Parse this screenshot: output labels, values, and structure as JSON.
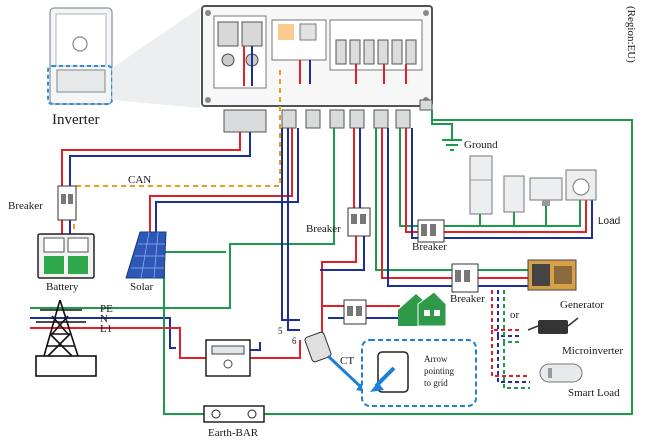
{
  "labels": {
    "inverter": "Inverter",
    "region": "(Region:EU)",
    "ground": "Ground",
    "can": "CAN",
    "breaker_battery": "Breaker",
    "breaker_grid": "Breaker",
    "breaker_load": "Breaker",
    "breaker_gen": "Breaker",
    "load": "Load",
    "battery": "Battery",
    "solar": "Solar",
    "pe": "PE",
    "n": "N",
    "l1": "L1",
    "ct": "CT",
    "arrow_line1": "Arrow",
    "arrow_line2": "pointing",
    "arrow_line3": "to grid",
    "generator": "Generator",
    "or": "or",
    "microinverter": "Microinverter",
    "smart_load": "Smart Load",
    "earth_bar": "Earth-BAR",
    "wire_5": "5",
    "wire_6": "6"
  },
  "colors": {
    "red": "#e2202a",
    "blue": "#1f2f9a",
    "green": "#1a9a4a",
    "orange": "#f29a1f",
    "inverter_frame": "#5a5f66",
    "callout_blue": "#1e7fd8"
  }
}
